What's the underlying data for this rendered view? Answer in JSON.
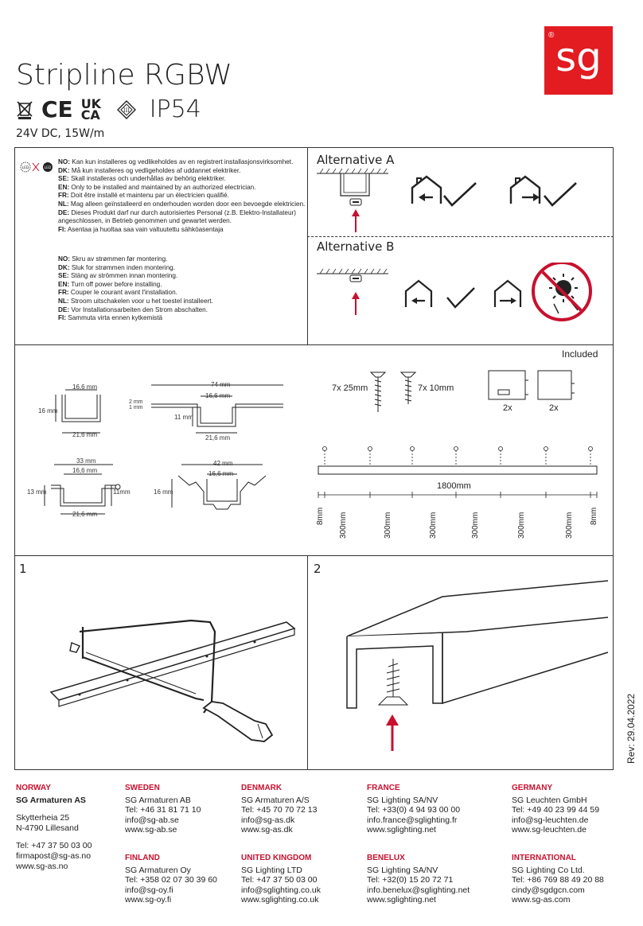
{
  "header": {
    "title": "Stripline RGBW",
    "cert_marks": [
      "CE",
      "UK CA"
    ],
    "ip_rating": "IP54",
    "power": "24V DC, 15W/m",
    "logo_text": "sg",
    "logo_reg": "®",
    "brand_color": "#e21c21"
  },
  "warnings": {
    "installer": [
      {
        "code": "NO:",
        "text": "Kan kun installeres og vedlikeholdes av en registrert installasjonsvirksomhet."
      },
      {
        "code": "DK:",
        "text": "Må kun installeres og vedligeholdes af uddannet elektriker."
      },
      {
        "code": "SE:",
        "text": "Skall installeras och underhållas av behörig elektriker."
      },
      {
        "code": "EN:",
        "text": "Only to be installed and maintained by an authorized electrician."
      },
      {
        "code": "FR:",
        "text": "Doit être installé et maintenu par un électricien qualifié."
      },
      {
        "code": "NL:",
        "text": "Mag alleen geïnstalleerd en onderhouden worden door een bevoegde elektricien."
      },
      {
        "code": "DE:",
        "text": "Dieses Produkt darf nur durch autorisiertes Personal (z.B. Elektro-Installateur) angeschlossen, in Betrieb genommen und gewartet werden."
      },
      {
        "code": "FI:",
        "text": "Asentaa ja huoltaa saa vain valtuutettu sähköasentaja"
      }
    ],
    "power_off": [
      {
        "code": "NO:",
        "text": "Skru av strømmen før montering."
      },
      {
        "code": "DK:",
        "text": "Sluk for strømmen inden montering."
      },
      {
        "code": "SE:",
        "text": "Stäng av strömmen innan montering."
      },
      {
        "code": "EN:",
        "text": "Turn off power before installing."
      },
      {
        "code": "FR:",
        "text": "Couper le courant avant l'installation."
      },
      {
        "code": "NL:",
        "text": "Stroom uitschakelen voor u het toestel installeert."
      },
      {
        "code": "DE:",
        "text": "Vor Installationsarbeiten den Strom abschalten."
      },
      {
        "code": "FI:",
        "text": "Sammuta virta ennen kytkemistä"
      }
    ],
    "icon_labels": [
      "LED",
      "LED"
    ]
  },
  "alternatives": {
    "a_label": "Alternative A",
    "b_label": "Alternative B"
  },
  "profiles": {
    "p1": {
      "top": "16,6 mm",
      "left": "16 mm",
      "bottom": "21,6 mm"
    },
    "p2": {
      "width": "74 mm",
      "top": "16,6 mm",
      "flange_a": "2 mm",
      "flange_b": "1 mm",
      "left": "11 mm",
      "bottom": "21,6 mm"
    },
    "p3": {
      "width": "33 mm",
      "top": "16,6 mm",
      "left": "13 mm",
      "right": "11mm",
      "bottom": "21,6 mm"
    },
    "p4": {
      "width": "42 mm",
      "top": "16,6 mm",
      "left": "16 mm"
    }
  },
  "included": {
    "label": "Included",
    "screw_a": "7x 25mm",
    "screw_b": "7x 10mm",
    "qty_a": "2x",
    "qty_b": "2x",
    "length": "1800mm",
    "spacing": [
      "8mm",
      "300mm",
      "300mm",
      "300mm",
      "300mm",
      "300mm",
      "300mm",
      "8mm"
    ]
  },
  "steps": {
    "step1": "1",
    "step2": "2"
  },
  "revision": "Rev: 29.04.2022",
  "footer": [
    {
      "heading": "NORWAY",
      "company": "SG Armaturen AS",
      "lines": [
        "Skytterheia 25",
        "N-4790 Lillesand"
      ],
      "contact": [
        "Tel: +47 37 50 03 00",
        "firmapost@sg-as.no",
        "www.sg-as.no"
      ]
    },
    {
      "heading": "SWEDEN",
      "company": "SG Armaturen AB",
      "contact": [
        "Tel: +46 31 81 71 10",
        "info@sg-ab.se",
        "www.sg-ab.se"
      ],
      "heading2": "FINLAND",
      "company2": "SG Armaturen Oy",
      "contact2": [
        "Tel: +358 02 07 30 39 60",
        "info@sg-oy.fi",
        "www.sg-oy.fi"
      ]
    },
    {
      "heading": "DENMARK",
      "company": "SG Armaturen A/S",
      "contact": [
        "Tel: +45 70 70 72 13",
        "info@sg-as.dk",
        "www.sg-as.dk"
      ],
      "heading2": "UNITED KINGDOM",
      "company2": "SG Lighting LTD",
      "contact2": [
        "Tel: +47 37 50 03 00",
        "info@sglighting.co.uk",
        "www.sglighting.co.uk"
      ]
    },
    {
      "heading": "FRANCE",
      "company": "SG Lighting SA/NV",
      "contact": [
        "Tel: +33(0) 4 94 93 00 00",
        "info.france@sglighting.fr",
        "www.sglighting.net"
      ],
      "heading2": "BENELUX",
      "company2": "SG Lighting SA/NV",
      "contact2": [
        "Tel: +32(0) 15 20 72 71",
        "info.benelux@sglighting.net",
        "www.sglighting.net"
      ]
    },
    {
      "heading": "GERMANY",
      "company": "SG Leuchten GmbH",
      "contact": [
        "Tel: +49 40 23 99 44 59",
        "info@sg-leuchten.de",
        "www.sg-leuchten.de"
      ],
      "heading2": "INTERNATIONAL",
      "company2": "SG Lighting Co Ltd.",
      "contact2": [
        "Tel: +86 769 88 49 20 88",
        "cindy@sgdgcn.com",
        "www.sg-as.com"
      ]
    }
  ]
}
